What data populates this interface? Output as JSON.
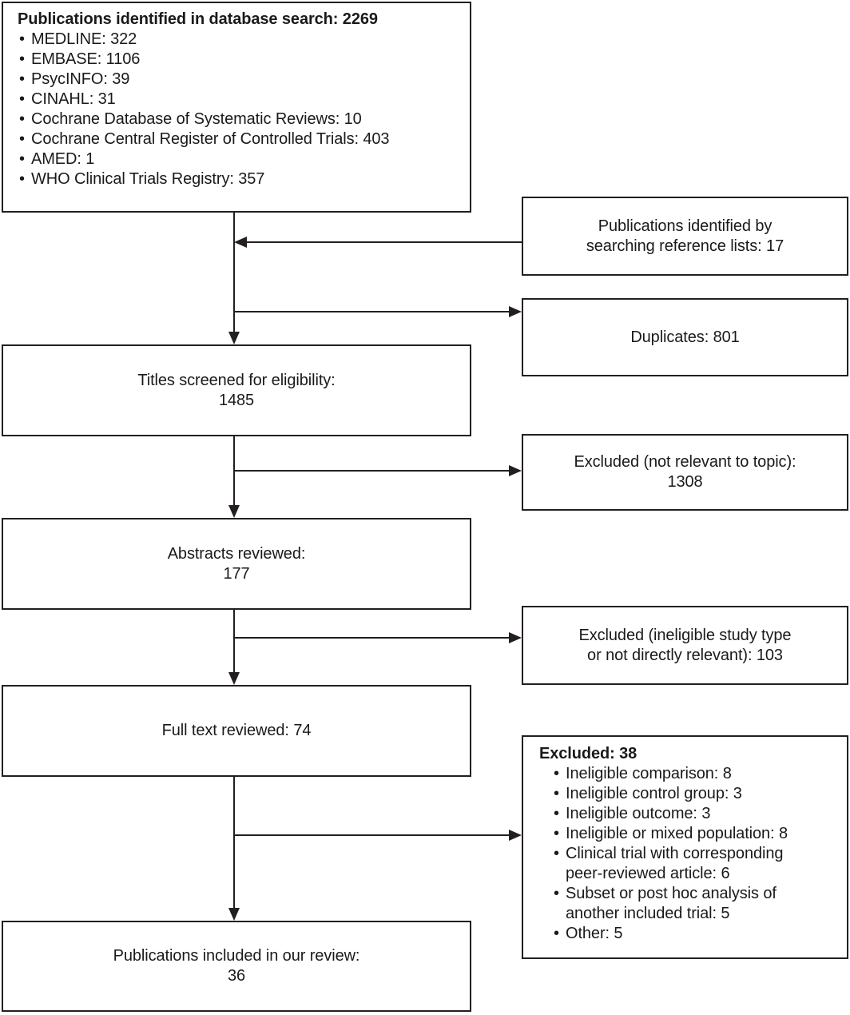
{
  "diagram": {
    "type": "prisma-flow-diagram",
    "accent_color": "#231f20",
    "background_color": "#ffffff"
  },
  "identification_box": {
    "heading": "Publications identified in database search: 2269",
    "sources": [
      "MEDLINE: 322",
      "EMBASE: 1106",
      "PsycINFO: 39",
      "CINAHL: 31",
      "Cochrane Database of Systematic Reviews: 10",
      "Cochrane Central Register of Controlled Trials: 403",
      "AMED: 1",
      "WHO Clinical Trials Registry: 357"
    ]
  },
  "reference_lists_box": {
    "text": "Publications identified by\nsearching reference lists: 17"
  },
  "duplicates_box": {
    "text": "Duplicates: 801"
  },
  "titles_box": {
    "text": "Titles screened for eligibility:\n1485"
  },
  "excluded_not_relevant_box": {
    "text": "Excluded (not relevant to topic):\n1308"
  },
  "abstracts_box": {
    "text": "Abstracts reviewed:\n177"
  },
  "excluded_ineligible_type_box": {
    "text": "Excluded (ineligible study type\nor not directly relevant): 103"
  },
  "fulltext_box": {
    "text": "Full text reviewed: 74"
  },
  "excluded_fulltext_box": {
    "heading": "Excluded: 38",
    "reasons": [
      "Ineligible comparison: 8",
      "Ineligible control group: 3",
      "Ineligible outcome: 3",
      "Ineligible or mixed population: 8",
      "Clinical trial with corresponding\n peer-reviewed article: 6",
      "Subset or post hoc analysis of\n another included trial: 5",
      "Other: 5"
    ]
  },
  "included_box": {
    "text": "Publications included in our review:\n36"
  }
}
